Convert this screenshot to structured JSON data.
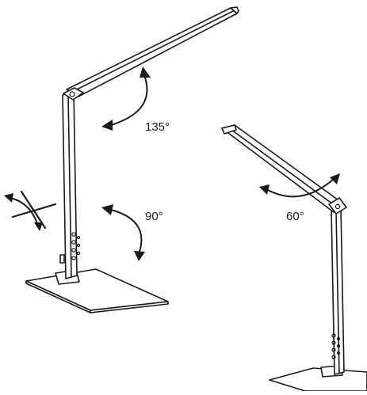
{
  "labels": {
    "angle_upper": "135°",
    "angle_lower": "90°",
    "angle_small_lamp": "60°"
  }
}
